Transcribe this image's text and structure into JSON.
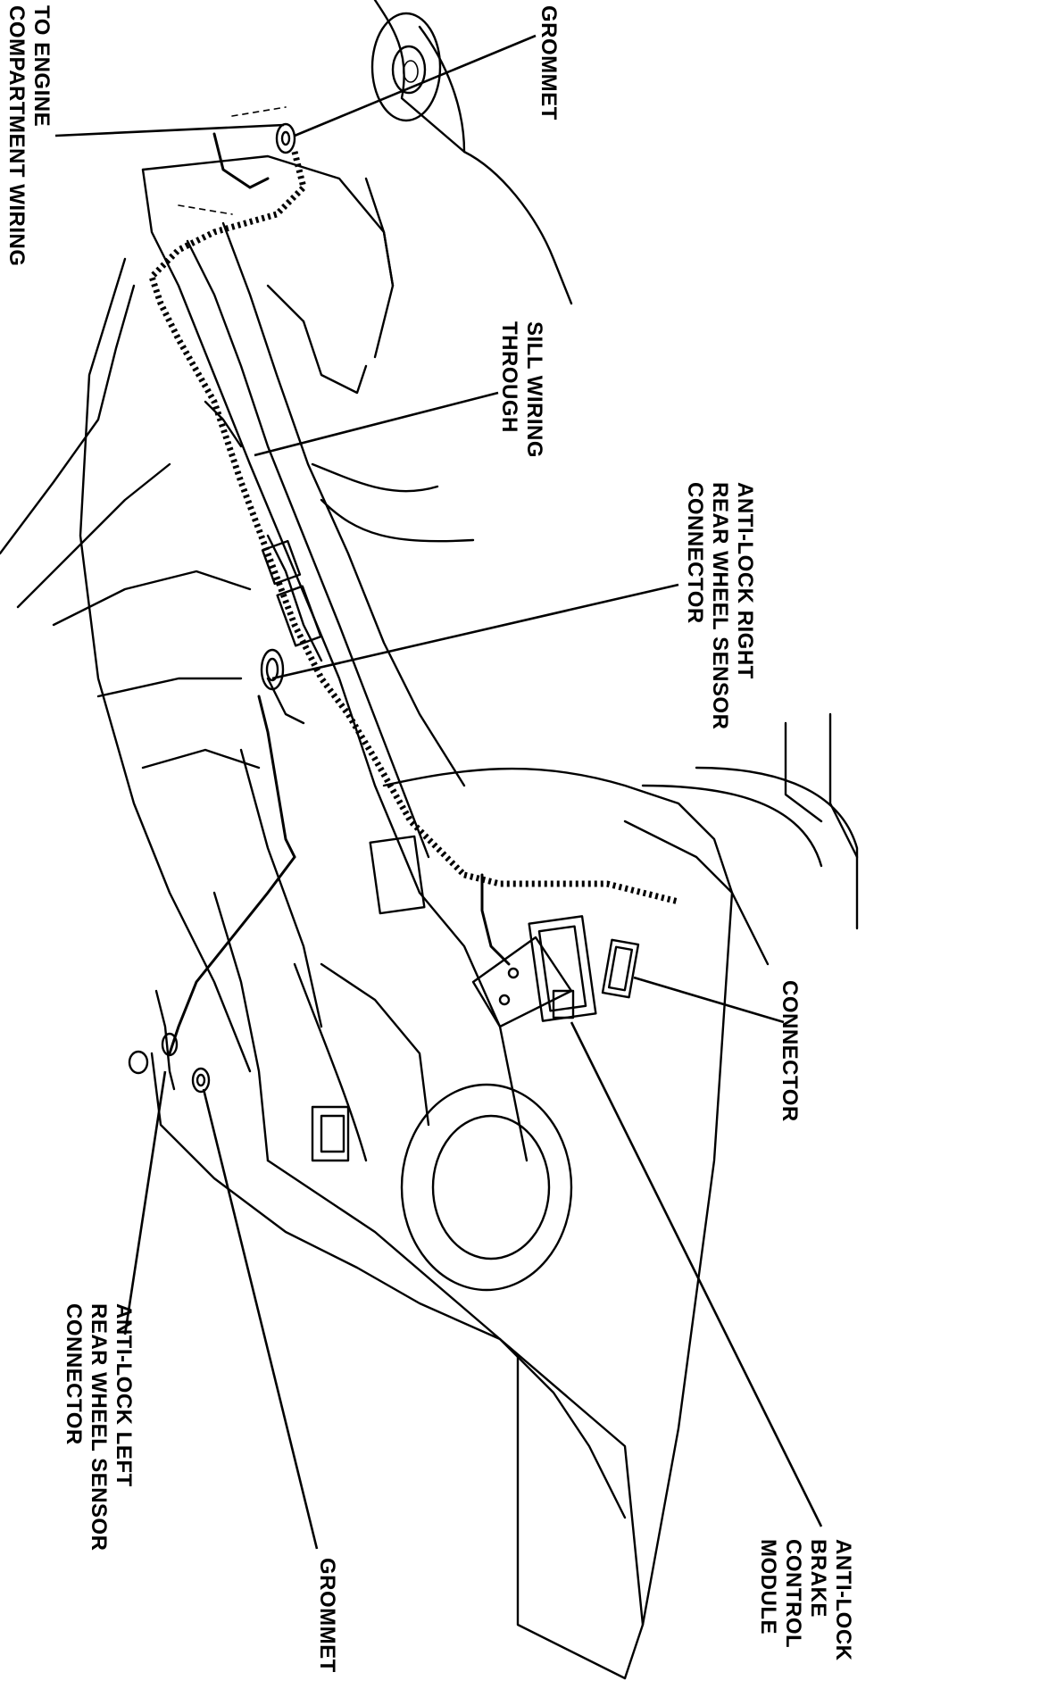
{
  "labels": {
    "to_engine_wiring": "TO ENGINE\nCOMPARTMENT WIRING",
    "grommet_top": "GROMMET",
    "sill_wiring": "SILL WIRING\nTHROUGH",
    "right_sensor_connector": "ANTI-LOCK RIGHT\nREAR WHEEL SENSOR\nCONNECTOR",
    "connector": "CONNECTOR",
    "brake_module": "ANTI-LOCK\nBRAKE\nCONTROL\nMODULE",
    "grommet_bottom": "GROMMET",
    "left_sensor_connector": "ANTI-LOCK LEFT\nREAR WHEEL SENSOR\nCONNECTOR"
  }
}
